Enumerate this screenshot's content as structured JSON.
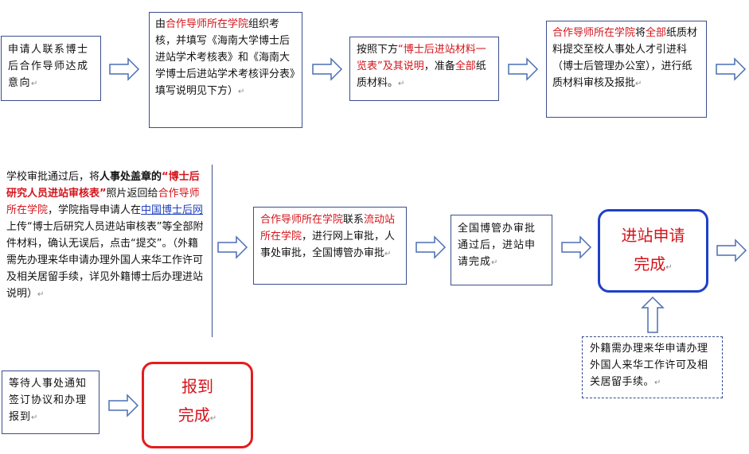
{
  "mark": "↵",
  "box1": {
    "text": "申请人联系博士后合作导师达成意向"
  },
  "box2": {
    "p1": "由",
    "p2": "合作导师所在学院",
    "p3": "组织考核，并填写《海南大学博士后进站学术考核表》和《海南大学博士后进站学术考核评分表》填写说明见下方）"
  },
  "box3": {
    "p1": "按照下方",
    "p2": "“博士后进站材料一览表”及其说明",
    "p3": "，准备",
    "p4": "全部",
    "p5": "纸质材料。"
  },
  "box4": {
    "p1": "合作导师所在学院",
    "p2": "将",
    "p3": "全部",
    "p4": "纸质材料提交至校人事处人才引进科（博士后管理办公室），进行纸质材料审核及报批"
  },
  "box5": {
    "p1": "学校审批通过后，将",
    "p2": "人事处盖章的",
    "p3": "“博士后研究人员进站审核表”",
    "p4": "照片返回给",
    "p5": "合作导师所在学院",
    "p6": "，学院指导申请人在",
    "p7": "中国博士后网",
    "p8": "上传“博士后研究人员进站审核表”等全部附件材料，确认无误后，点击“提交”。（外籍需先办理来华申请办理外国人来华工作许可及相关居留手续，详见外籍博士后办理进站说明）"
  },
  "box6": {
    "p1": "合作导师所在学院",
    "p2": "联系",
    "p3": "流动站所在学院",
    "p4": "，进行网上审批，人事处审批，全国博管办审批"
  },
  "box7": {
    "text": "全国博管办审批通过后，进站申请完成"
  },
  "box8": {
    "line1": "进站申请",
    "line2": "完成"
  },
  "box9": {
    "text": "外籍需办理来华申请办理外国人来华工作许可及相关居留手续。"
  },
  "box10": {
    "text": "等待人事处通知签订协议和办理报到"
  },
  "box11": {
    "line1": "报到",
    "line2": "完成"
  },
  "colors": {
    "accent_red": "#d4141b",
    "box_border": "#3b4e8c",
    "arrow": "#4a6fb3",
    "blue_round": "#1f40c8",
    "red_round": "#e31d1d"
  }
}
